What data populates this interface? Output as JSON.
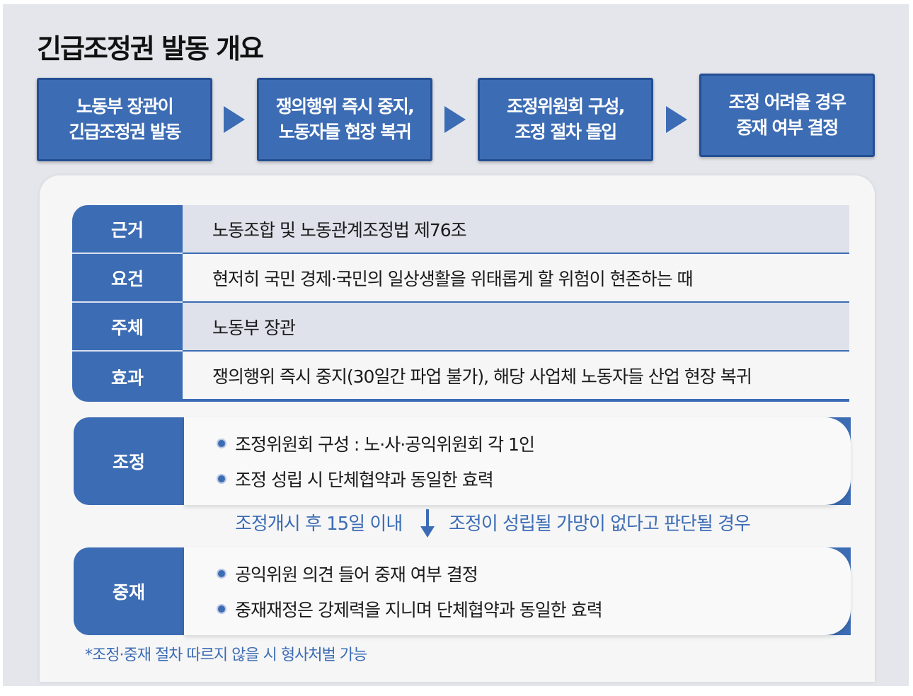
{
  "title": "긴급조정권 발동 개요",
  "steps": [
    {
      "label": "노동부 장관이\n긴급조정권 발동"
    },
    {
      "label": "쟁의행위 즉시 중지,\n노동자들 현장 복귀"
    },
    {
      "label": "조정위원회 구성,\n조정 절차 돌입"
    },
    {
      "label": "조정 어려울 경우\n중재 여부 결정"
    }
  ],
  "table": [
    {
      "label": "근거",
      "value": "노동조합 및 노동관계조정법 제76조"
    },
    {
      "label": "요건",
      "value": "현저히 국민 경제·국민의 일상생활을 위태롭게 할 위험이 현존하는 때"
    },
    {
      "label": "주체",
      "value": "노동부 장관"
    },
    {
      "label": "효과",
      "value": "쟁의행위 즉시 중지(30일간 파업 불가), 해당 사업체 노동자들 산업 현장 복귀"
    }
  ],
  "mediation": {
    "label": "조정",
    "items": [
      "조정위원회 구성 : 노·사·공익위원회 각 1인",
      "조정 성립 시 단체협약과 동일한 효력"
    ]
  },
  "connector": {
    "left": "조정개시 후 15일 이내",
    "right": "조정이 성립될 가망이 없다고 판단될 경우"
  },
  "arbitration": {
    "label": "중재",
    "items": [
      "공익위원 의견 들어 중재 여부 결정",
      "중재재정은 강제력을 지니며 단체협약과 동일한 효력"
    ]
  },
  "note": "*조정·중재 절차 따르지 않을 시 형사처벌 가능",
  "colors": {
    "accent": "#3c6cb4",
    "accent_dark": "#244f93",
    "background": "#e4e6eb",
    "row_shade": "#dfe2ea"
  }
}
